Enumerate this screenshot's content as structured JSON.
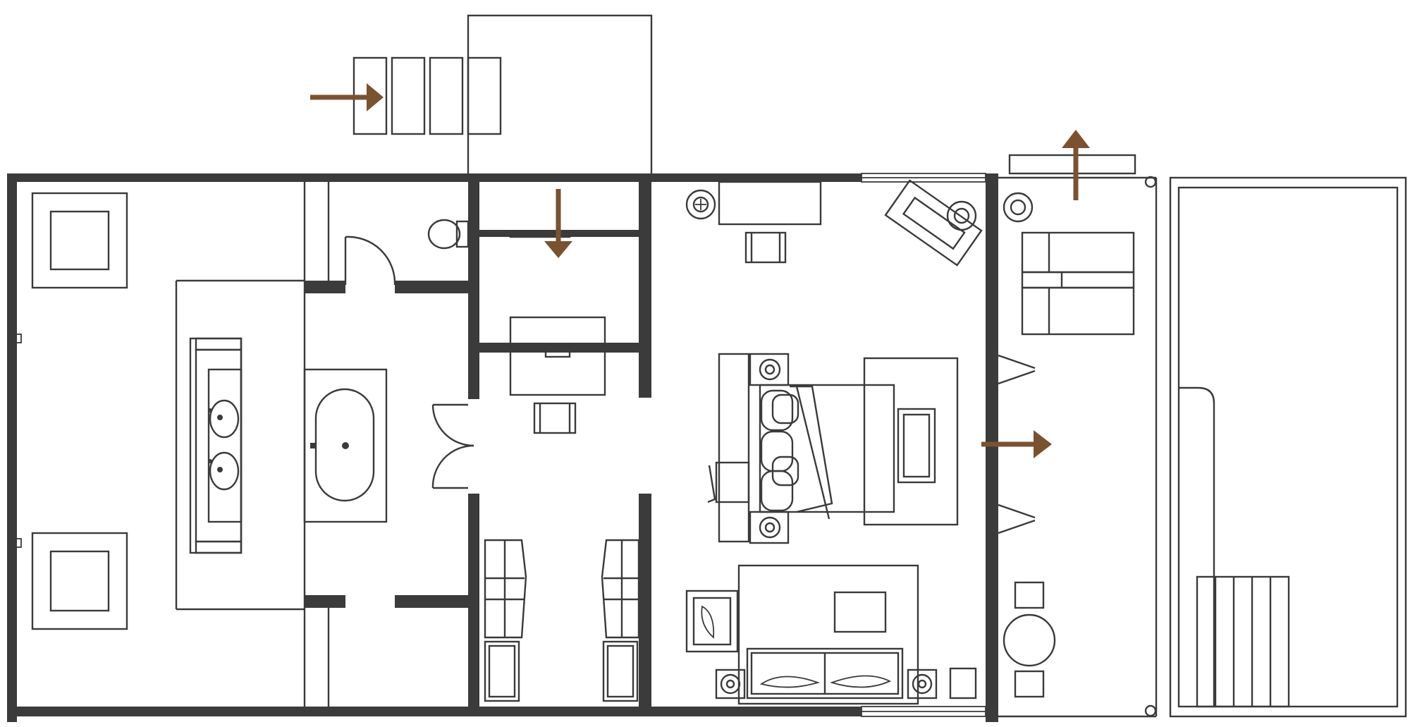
{
  "colors": {
    "wall": "#3b3b3b",
    "line": "#3a3a3a",
    "arrow": "#7a5230",
    "background": "#ffffff"
  },
  "plan": {
    "arrows": [
      {
        "name": "entry-arrow",
        "direction": "right"
      },
      {
        "name": "corridor-arrow",
        "direction": "down"
      },
      {
        "name": "terrace-exit-arrow",
        "direction": "up"
      },
      {
        "name": "bedroom-to-terrace-arrow",
        "direction": "right"
      }
    ]
  }
}
